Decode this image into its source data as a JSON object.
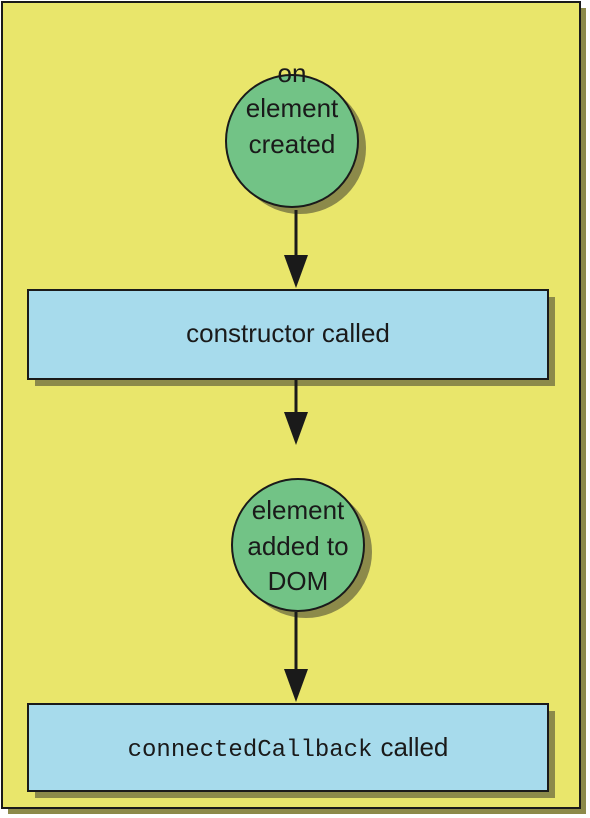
{
  "colors": {
    "background": "#e9e66b",
    "node_circle": "#72c386",
    "node_box": "#a7dbec",
    "shadow": "#8c8a4a",
    "stroke": "#1a1a1a"
  },
  "nodes": {
    "start": {
      "lines": [
        "on",
        "element",
        "created"
      ]
    },
    "constructor": {
      "label": "constructor called"
    },
    "added": {
      "lines": [
        "element",
        "added to",
        "DOM"
      ]
    },
    "connected": {
      "code": "connectedCallback",
      "label": "called"
    }
  }
}
